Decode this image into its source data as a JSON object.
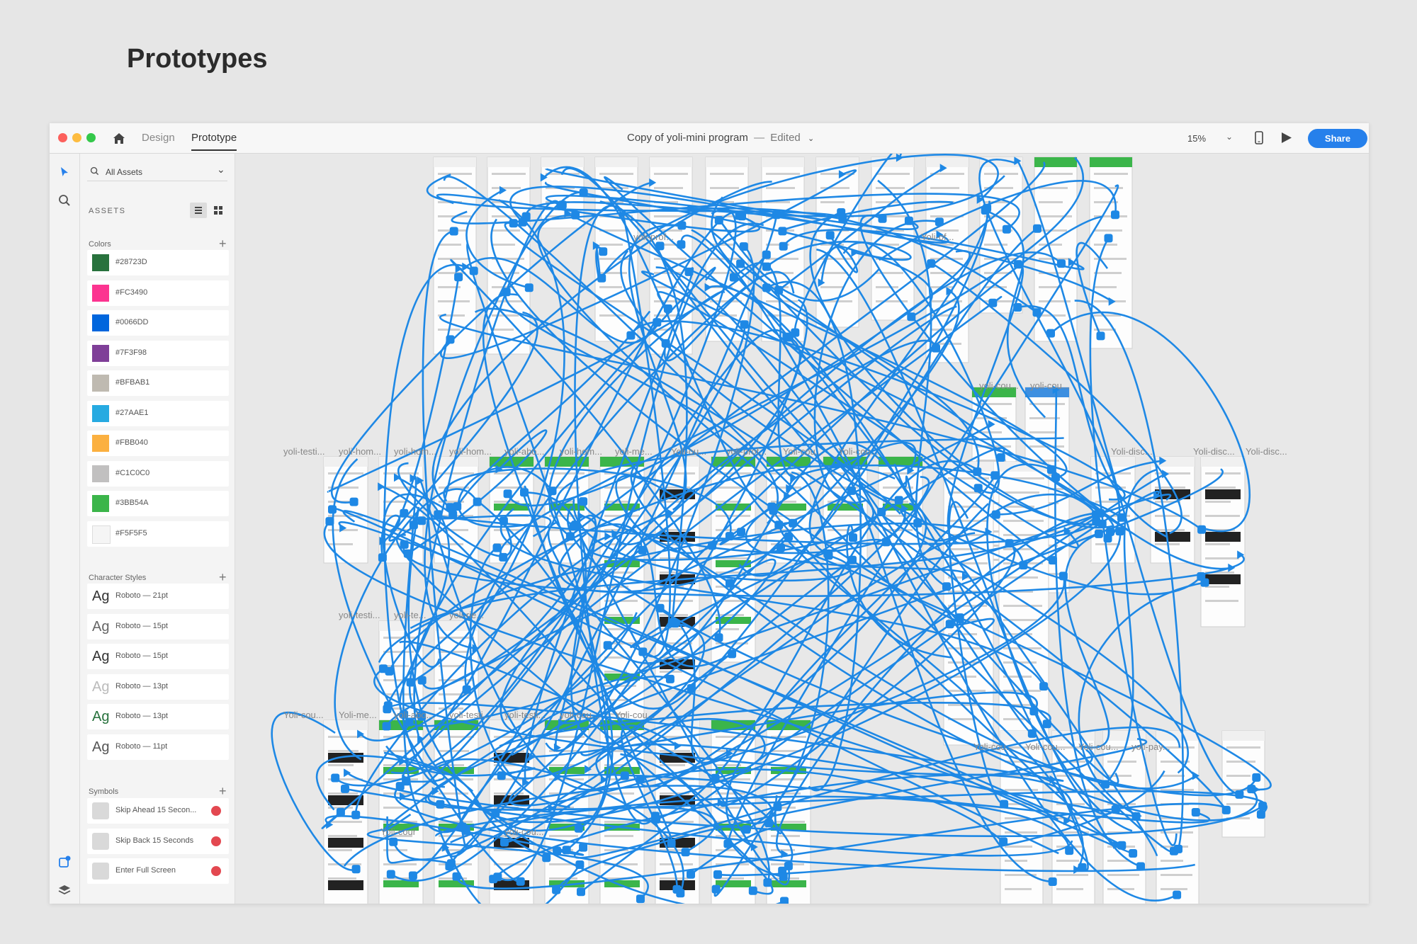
{
  "page_heading": "Prototypes",
  "app": {
    "tabs": [
      {
        "label": "Design",
        "active": false
      },
      {
        "label": "Prototype",
        "active": true
      }
    ],
    "document_title": "Copy of yoli-mini program",
    "title_separator": "—",
    "status": "Edited",
    "zoom": "15%",
    "share_label": "Share"
  },
  "assets_panel": {
    "search_label": "All Assets",
    "heading": "ASSETS",
    "colors_heading": "Colors",
    "colors": [
      {
        "label": "#28723D",
        "hex": "#28723D"
      },
      {
        "label": "#FC3490",
        "hex": "#FC3490"
      },
      {
        "label": "#0066DD",
        "hex": "#0066DD"
      },
      {
        "label": "#7F3F98",
        "hex": "#7F3F98"
      },
      {
        "label": "#BFBAB1",
        "hex": "#BFBAB1"
      },
      {
        "label": "#27AAE1",
        "hex": "#27AAE1"
      },
      {
        "label": "#FBB040",
        "hex": "#FBB040"
      },
      {
        "label": "#C1C0C0",
        "hex": "#C1C0C0"
      },
      {
        "label": "#3BB54A",
        "hex": "#3BB54A"
      },
      {
        "label": "#F5F5F5",
        "hex": "#F5F5F5"
      }
    ],
    "char_styles_heading": "Character Styles",
    "character_styles": [
      {
        "sample": "Ag",
        "label": "Roboto — 21pt",
        "color": "#333333"
      },
      {
        "sample": "Ag",
        "label": "Roboto — 15pt",
        "color": "#666666"
      },
      {
        "sample": "Ag",
        "label": "Roboto — 15pt",
        "color": "#333333"
      },
      {
        "sample": "Ag",
        "label": "Roboto — 13pt",
        "color": "#bbbbbb"
      },
      {
        "sample": "Ag",
        "label": "Roboto — 13pt",
        "color": "#28723D"
      },
      {
        "sample": "Ag",
        "label": "Roboto — 11pt",
        "color": "#555555"
      }
    ],
    "symbols_heading": "Symbols",
    "symbols": [
      {
        "label": "Skip Ahead 15 Secon..."
      },
      {
        "label": "Skip Back 15 Seconds"
      },
      {
        "label": "Enter Full Screen"
      }
    ]
  },
  "artboard_labels": [
    "yoli-prof...",
    "Yoli-of...",
    "yoli-cou...",
    "yoli-cou...",
    "yoli-testi...",
    "yoli-hom...",
    "yoli-hom...",
    "yoli-hom...",
    "yoli-abo...",
    "yoli-hom...",
    "yoli-me...",
    "Yoli-ou...",
    "yoli-prof...",
    "Yoli-cou...",
    "Yoli-cou...",
    "Yoli-disc...",
    "Yoli-disc...",
    "Yoli-disc...",
    "yoli-testi...",
    "yoli-te...",
    "yoli-rie...",
    "Yoli-cou...",
    "Yoli-me...",
    "yoli-abo...",
    "yoli-testi...",
    "yoli-testi...",
    "yoli-cou...",
    "Yoli-cou...",
    "Yoli-cou...",
    "Yoli-cou...",
    "Yoli-cou...",
    "yoli-pay...",
    "Yoli-cour",
    "yoli-cou..."
  ],
  "colors": {
    "accent": "#2680EB",
    "connector": "#1E88E5",
    "brand_green": "#3BB54A"
  }
}
